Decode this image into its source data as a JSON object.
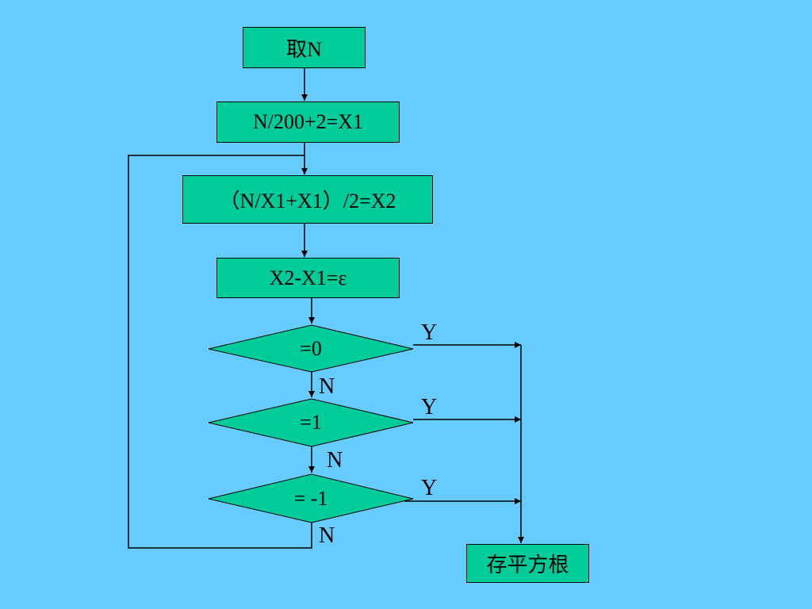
{
  "boxes": {
    "take_n": "取N",
    "init": "N/200+2=X1",
    "iterate": "（N/X1+X1）/2=X2",
    "diff": "X2-X1=ε",
    "store": "存平方根"
  },
  "decisions": {
    "eq0": "=0",
    "eq1": "=1",
    "eqneg1": "= -1"
  },
  "branches": {
    "yes": "Y",
    "no": "N"
  },
  "colors": {
    "background": "#66ccff",
    "shape_fill": "#00cc99",
    "line": "#000000"
  }
}
